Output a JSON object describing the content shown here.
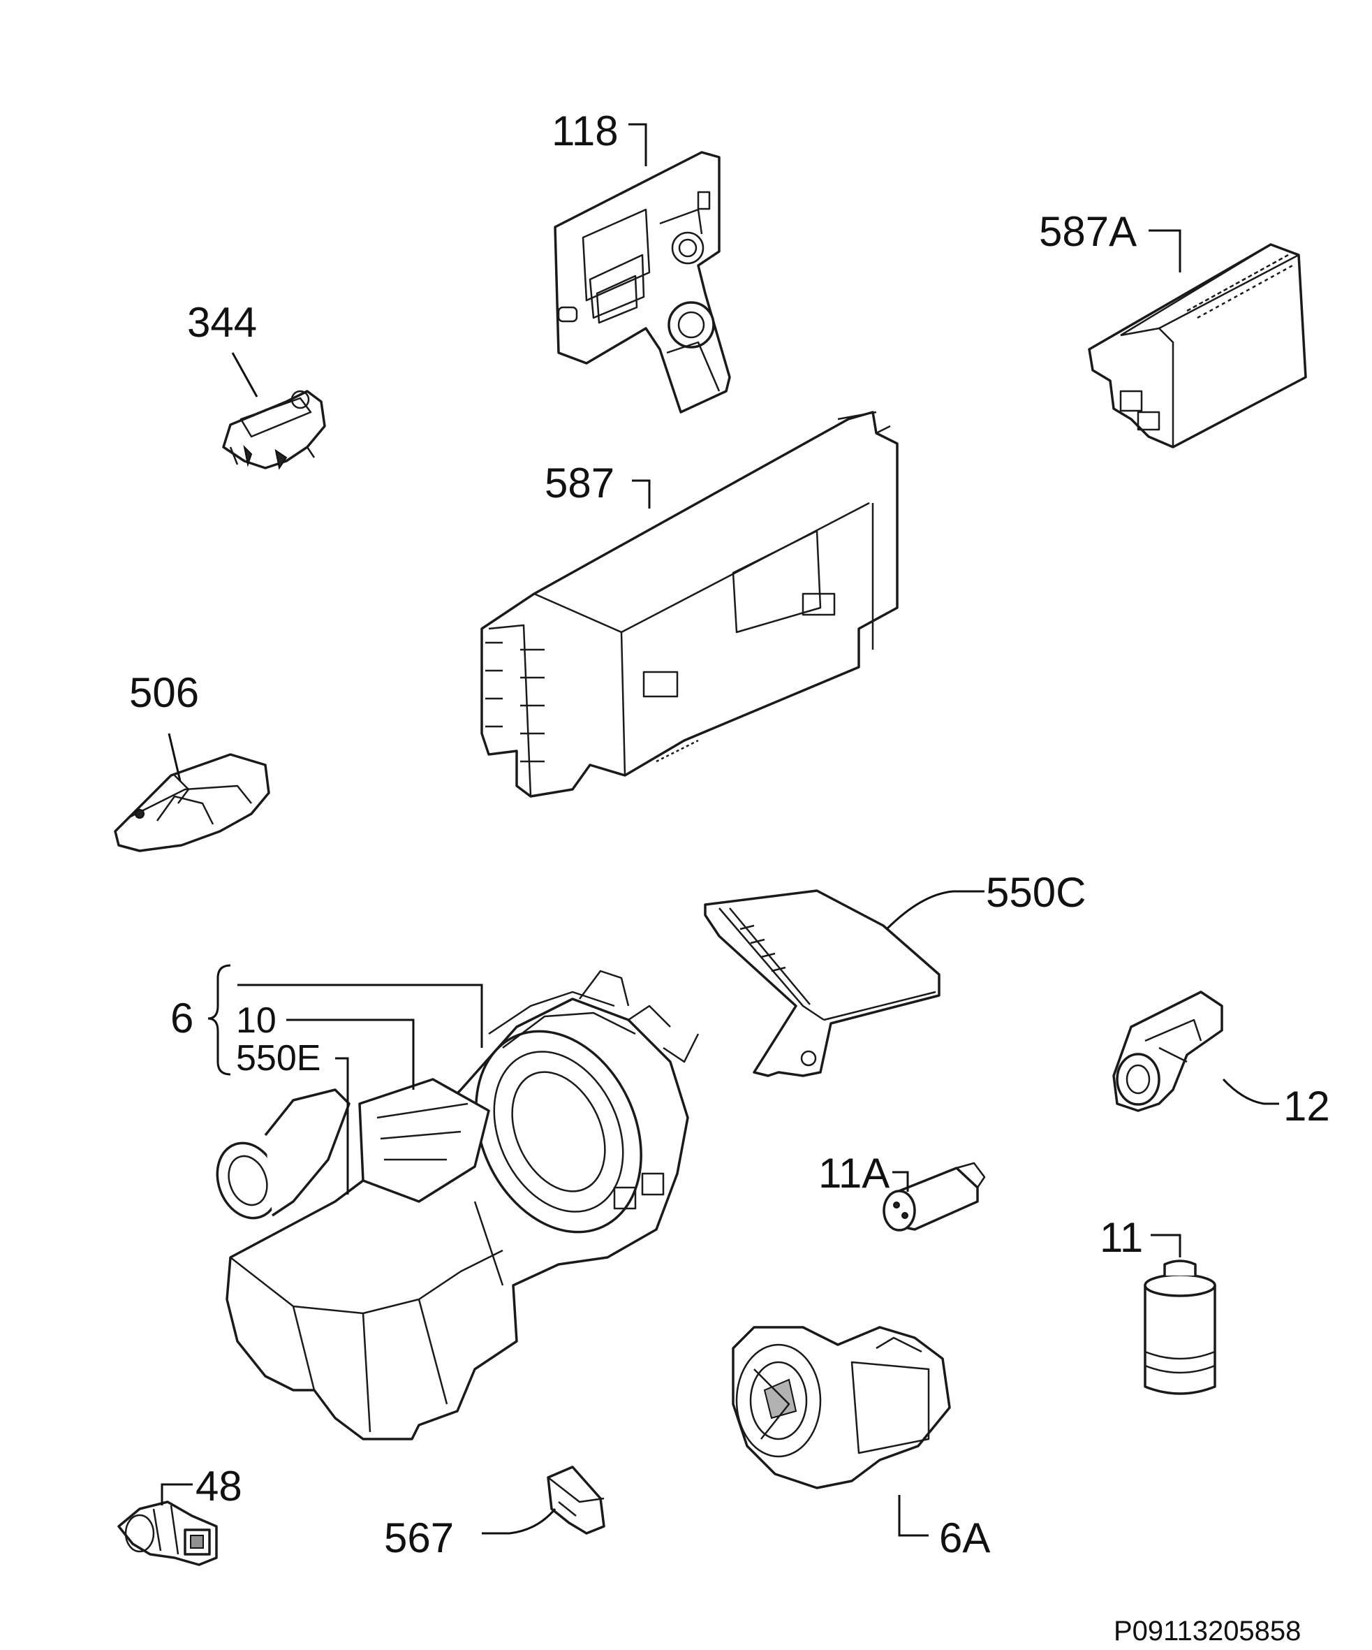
{
  "labels": {
    "p118": "118",
    "p587a": "587A",
    "p344": "344",
    "p587": "587",
    "p506": "506",
    "p550c": "550C",
    "p6": "6",
    "p10": "10",
    "p550e": "550E",
    "p12": "12",
    "p11a": "11A",
    "p11": "11",
    "p48": "48",
    "p567": "567",
    "p6a": "6A"
  },
  "footer": {
    "drawing_id": "P09113205858"
  }
}
